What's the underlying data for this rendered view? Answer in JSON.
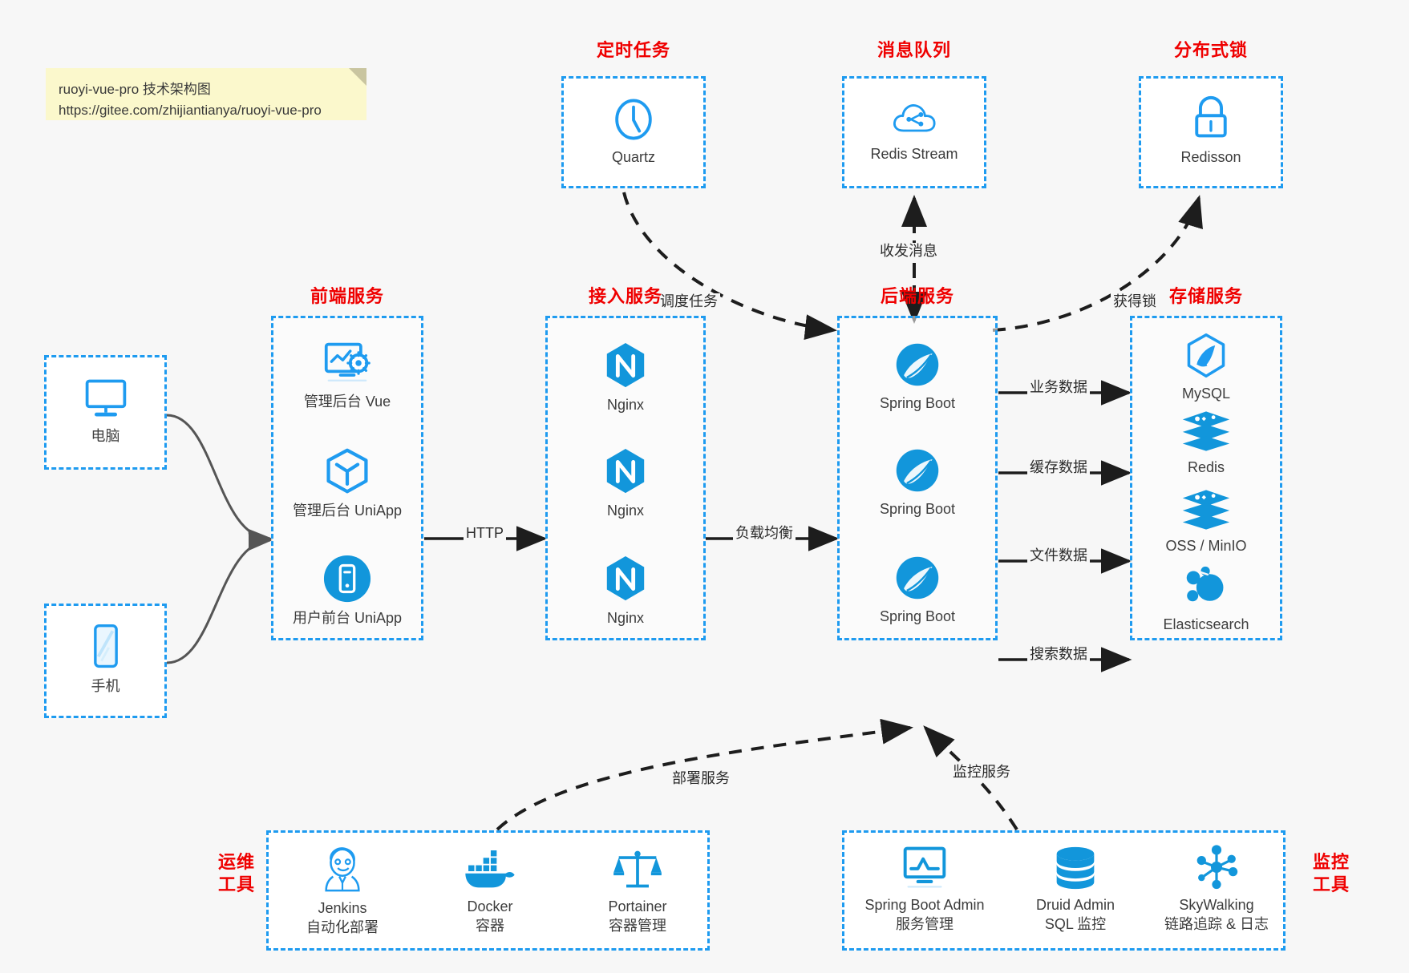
{
  "note": {
    "line1": "ruoyi-vue-pro 技术架构图",
    "line2": "https://gitee.com/zhijiantianya/ruoyi-vue-pro"
  },
  "colors": {
    "accent_blue": "#1e9bf0",
    "heading_red": "#ef0000",
    "note_yellow": "#fbf8cc",
    "background": "#f7f7f7",
    "edge_gray": "#555555"
  },
  "groups": {
    "scheduled_task": {
      "title": "定时任务"
    },
    "message_queue": {
      "title": "消息队列"
    },
    "distributed_lock": {
      "title": "分布式锁"
    },
    "frontend_service": {
      "title": "前端服务"
    },
    "access_service": {
      "title": "接入服务"
    },
    "backend_service": {
      "title": "后端服务"
    },
    "storage_service": {
      "title": "存储服务"
    },
    "devops_tools": {
      "title_line1": "运维",
      "title_line2": "工具"
    },
    "monitor_tools": {
      "title_line1": "监控",
      "title_line2": "工具"
    }
  },
  "nodes": {
    "quartz": {
      "label": "Quartz",
      "icon": "clock-icon"
    },
    "redis_stream": {
      "label": "Redis Stream",
      "icon": "cloud-stream-icon"
    },
    "redisson": {
      "label": "Redisson",
      "icon": "lock-icon"
    },
    "computer": {
      "label": "电脑",
      "icon": "desktop-icon"
    },
    "phone": {
      "label": "手机",
      "icon": "mobile-icon"
    },
    "admin_vue": {
      "label": "管理后台 Vue",
      "icon": "dashboard-settings-icon"
    },
    "admin_uniapp": {
      "label": "管理后台 UniApp",
      "icon": "cube-icon"
    },
    "user_uniapp": {
      "label": "用户前台 UniApp",
      "icon": "app-circle-icon"
    },
    "nginx_1": {
      "label": "Nginx",
      "icon": "nginx-icon"
    },
    "nginx_2": {
      "label": "Nginx",
      "icon": "nginx-icon"
    },
    "nginx_3": {
      "label": "Nginx",
      "icon": "nginx-icon"
    },
    "springboot_1": {
      "label": "Spring Boot",
      "icon": "spring-leaf-icon"
    },
    "springboot_2": {
      "label": "Spring Boot",
      "icon": "spring-leaf-icon"
    },
    "springboot_3": {
      "label": "Spring Boot",
      "icon": "spring-leaf-icon"
    },
    "mysql": {
      "label": "MySQL",
      "icon": "mysql-dolphin-icon"
    },
    "redis": {
      "label": "Redis",
      "icon": "redis-stack-icon"
    },
    "oss_minio": {
      "label": "OSS / MinIO",
      "icon": "redis-stack-icon"
    },
    "elasticsearch": {
      "label": "Elasticsearch",
      "icon": "elasticsearch-icon"
    },
    "jenkins": {
      "label": "Jenkins",
      "sub": "自动化部署",
      "icon": "jenkins-butler-icon"
    },
    "docker": {
      "label": "Docker",
      "sub": "容器",
      "icon": "docker-whale-icon"
    },
    "portainer": {
      "label": "Portainer",
      "sub": "容器管理",
      "icon": "scales-icon"
    },
    "spring_boot_admin": {
      "label": "Spring Boot Admin",
      "sub": "服务管理",
      "icon": "monitor-chart-icon"
    },
    "druid_admin": {
      "label": "Druid Admin",
      "sub": "SQL 监控",
      "icon": "database-icon"
    },
    "skywalking": {
      "label": "SkyWalking",
      "sub": "链路追踪 & 日志",
      "icon": "network-nodes-icon"
    }
  },
  "edges": {
    "http": "HTTP",
    "load_balance": "负载均衡",
    "schedule_task": "调度任务",
    "send_receive_message": "收发消息",
    "acquire_lock": "获得锁",
    "business_data": "业务数据",
    "cache_data": "缓存数据",
    "file_data": "文件数据",
    "search_data": "搜索数据",
    "deploy_service": "部署服务",
    "monitor_service": "监控服务"
  }
}
